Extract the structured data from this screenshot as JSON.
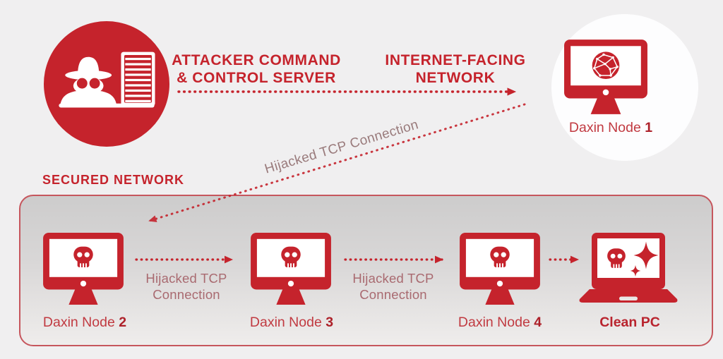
{
  "palette": {
    "brand_red": "#c5232c",
    "muted_label": "#a96a70",
    "diagonal_label_color": "#997a7b",
    "box_border": "#c6565d",
    "box_fill_top": "#cdcccc",
    "box_fill_bottom": "#efedec",
    "page_background": "#f0eff0",
    "node1_circle": "#fdfdfe"
  },
  "headings": {
    "attacker_line1": "ATTACKER COMMAND",
    "attacker_line2": "& CONTROL SERVER",
    "internet_line1": "INTERNET-FACING",
    "internet_line2": "NETWORK",
    "secured": "SECURED NETWORK"
  },
  "connections": {
    "diagonal_label": "Hijacked TCP Connection",
    "hop_label_line1": "Hijacked TCP",
    "hop_label_line2": "Connection"
  },
  "nodes": {
    "node1": {
      "prefix": "Daxin Node ",
      "number": "1"
    },
    "node2": {
      "prefix": "Daxin Node ",
      "number": "2"
    },
    "node3": {
      "prefix": "Daxin Node ",
      "number": "3"
    },
    "node4": {
      "prefix": "Daxin Node ",
      "number": "4"
    },
    "clean_pc": {
      "label": "Clean PC"
    }
  },
  "icons": {
    "attacker": "spy-with-server-icon",
    "node1": "globe-monitor-icon",
    "infected_node": "skull-monitor-icon",
    "clean_pc": "laptop-skull-sparkles-icon",
    "connection": "dotted-arrow"
  }
}
